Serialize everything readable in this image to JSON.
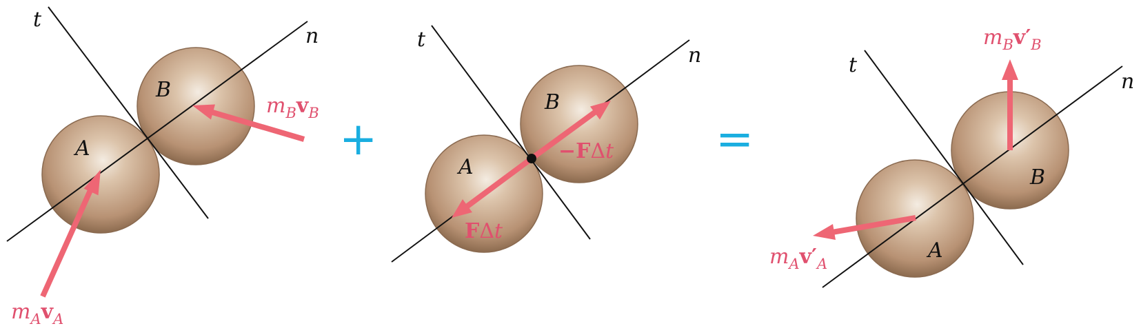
{
  "colors": {
    "arrow": "#ee6674",
    "label_pink": "#e0506e",
    "operator": "#1aaee0",
    "sphere_light": "#f4ece2",
    "sphere_mid": "#c7a687",
    "sphere_dark": "#8c6b4f",
    "axis": "#111111"
  },
  "panel1": {
    "t_label": "t",
    "n_label": "n",
    "ball_a_label": "A",
    "ball_b_label": "B",
    "mom_a": {
      "m": "m",
      "sub1": "A",
      "v": "v",
      "sub2": "A"
    },
    "mom_b": {
      "m": "m",
      "sub1": "B",
      "v": "v",
      "sub2": "B"
    }
  },
  "plus_sign": "+",
  "panel2": {
    "t_label": "t",
    "n_label": "n",
    "ball_a_label": "A",
    "ball_b_label": "B",
    "impulse_pos": {
      "f": "F",
      "delta": "Δ",
      "t": "t"
    },
    "impulse_neg": {
      "f": "−F",
      "delta": "Δ",
      "t": "t"
    }
  },
  "equals_sign": "=",
  "panel3": {
    "t_label": "t",
    "n_label": "n",
    "ball_a_label": "A",
    "ball_b_label": "B",
    "mom_a_after": {
      "m": "m",
      "sub1": "A",
      "v": "v′",
      "sub2": "A"
    },
    "mom_b_after": {
      "m": "m",
      "sub1": "B",
      "v": "v′",
      "sub2": "B"
    }
  }
}
